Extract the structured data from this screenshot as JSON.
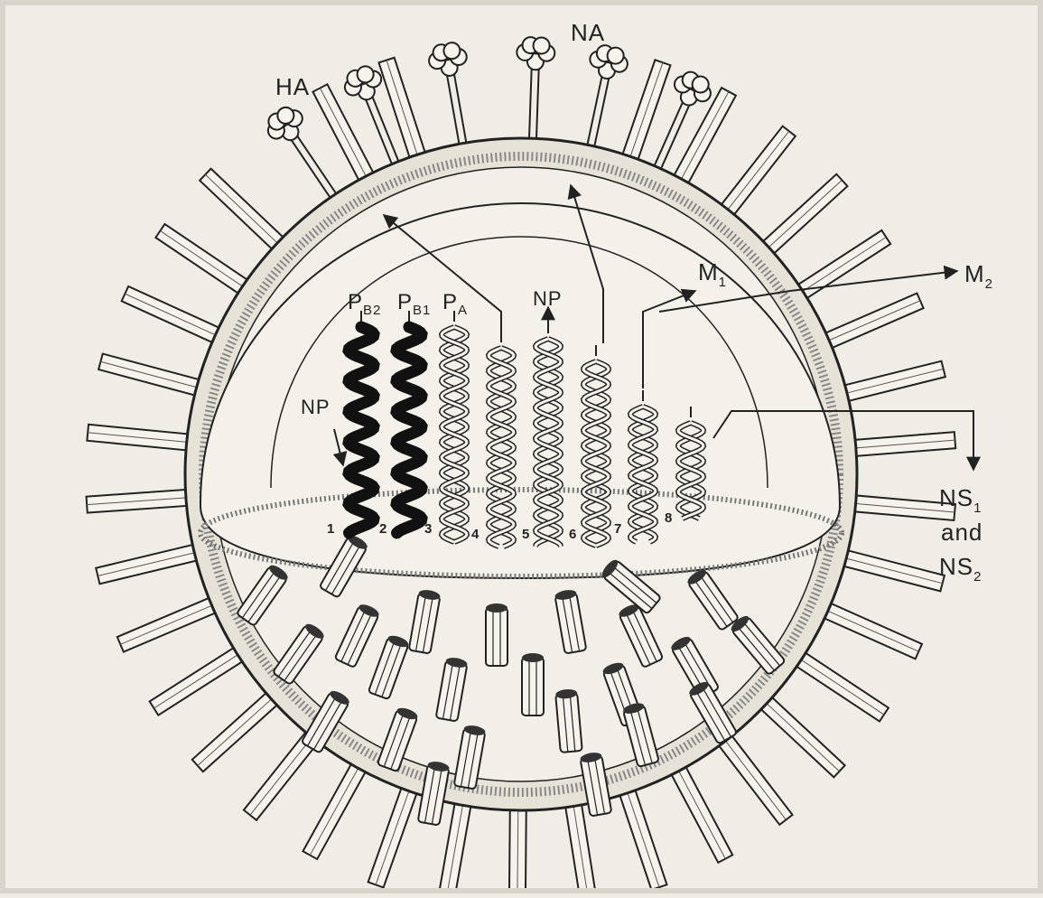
{
  "labels": {
    "ha": "HA",
    "na": "NA",
    "m1": "M",
    "m1_sub": "1",
    "m2": "M",
    "m2_sub": "2",
    "np_top": "NP",
    "np_left": "NP",
    "pb2": "P",
    "pb2_sub": "B2",
    "pb1": "P",
    "pb1_sub": "B1",
    "pa": "P",
    "pa_sub": "A",
    "ns_line1": "NS",
    "ns_line1_sub": "1",
    "ns_line2": "and",
    "ns_line3": "NS",
    "ns_line3_sub": "2"
  },
  "segment_numbers": [
    "1",
    "2",
    "3",
    "4",
    "5",
    "6",
    "7",
    "8"
  ],
  "colors": {
    "ink": "#222222",
    "paper": "#f0ede6",
    "envelope": "#e4e0d6"
  }
}
